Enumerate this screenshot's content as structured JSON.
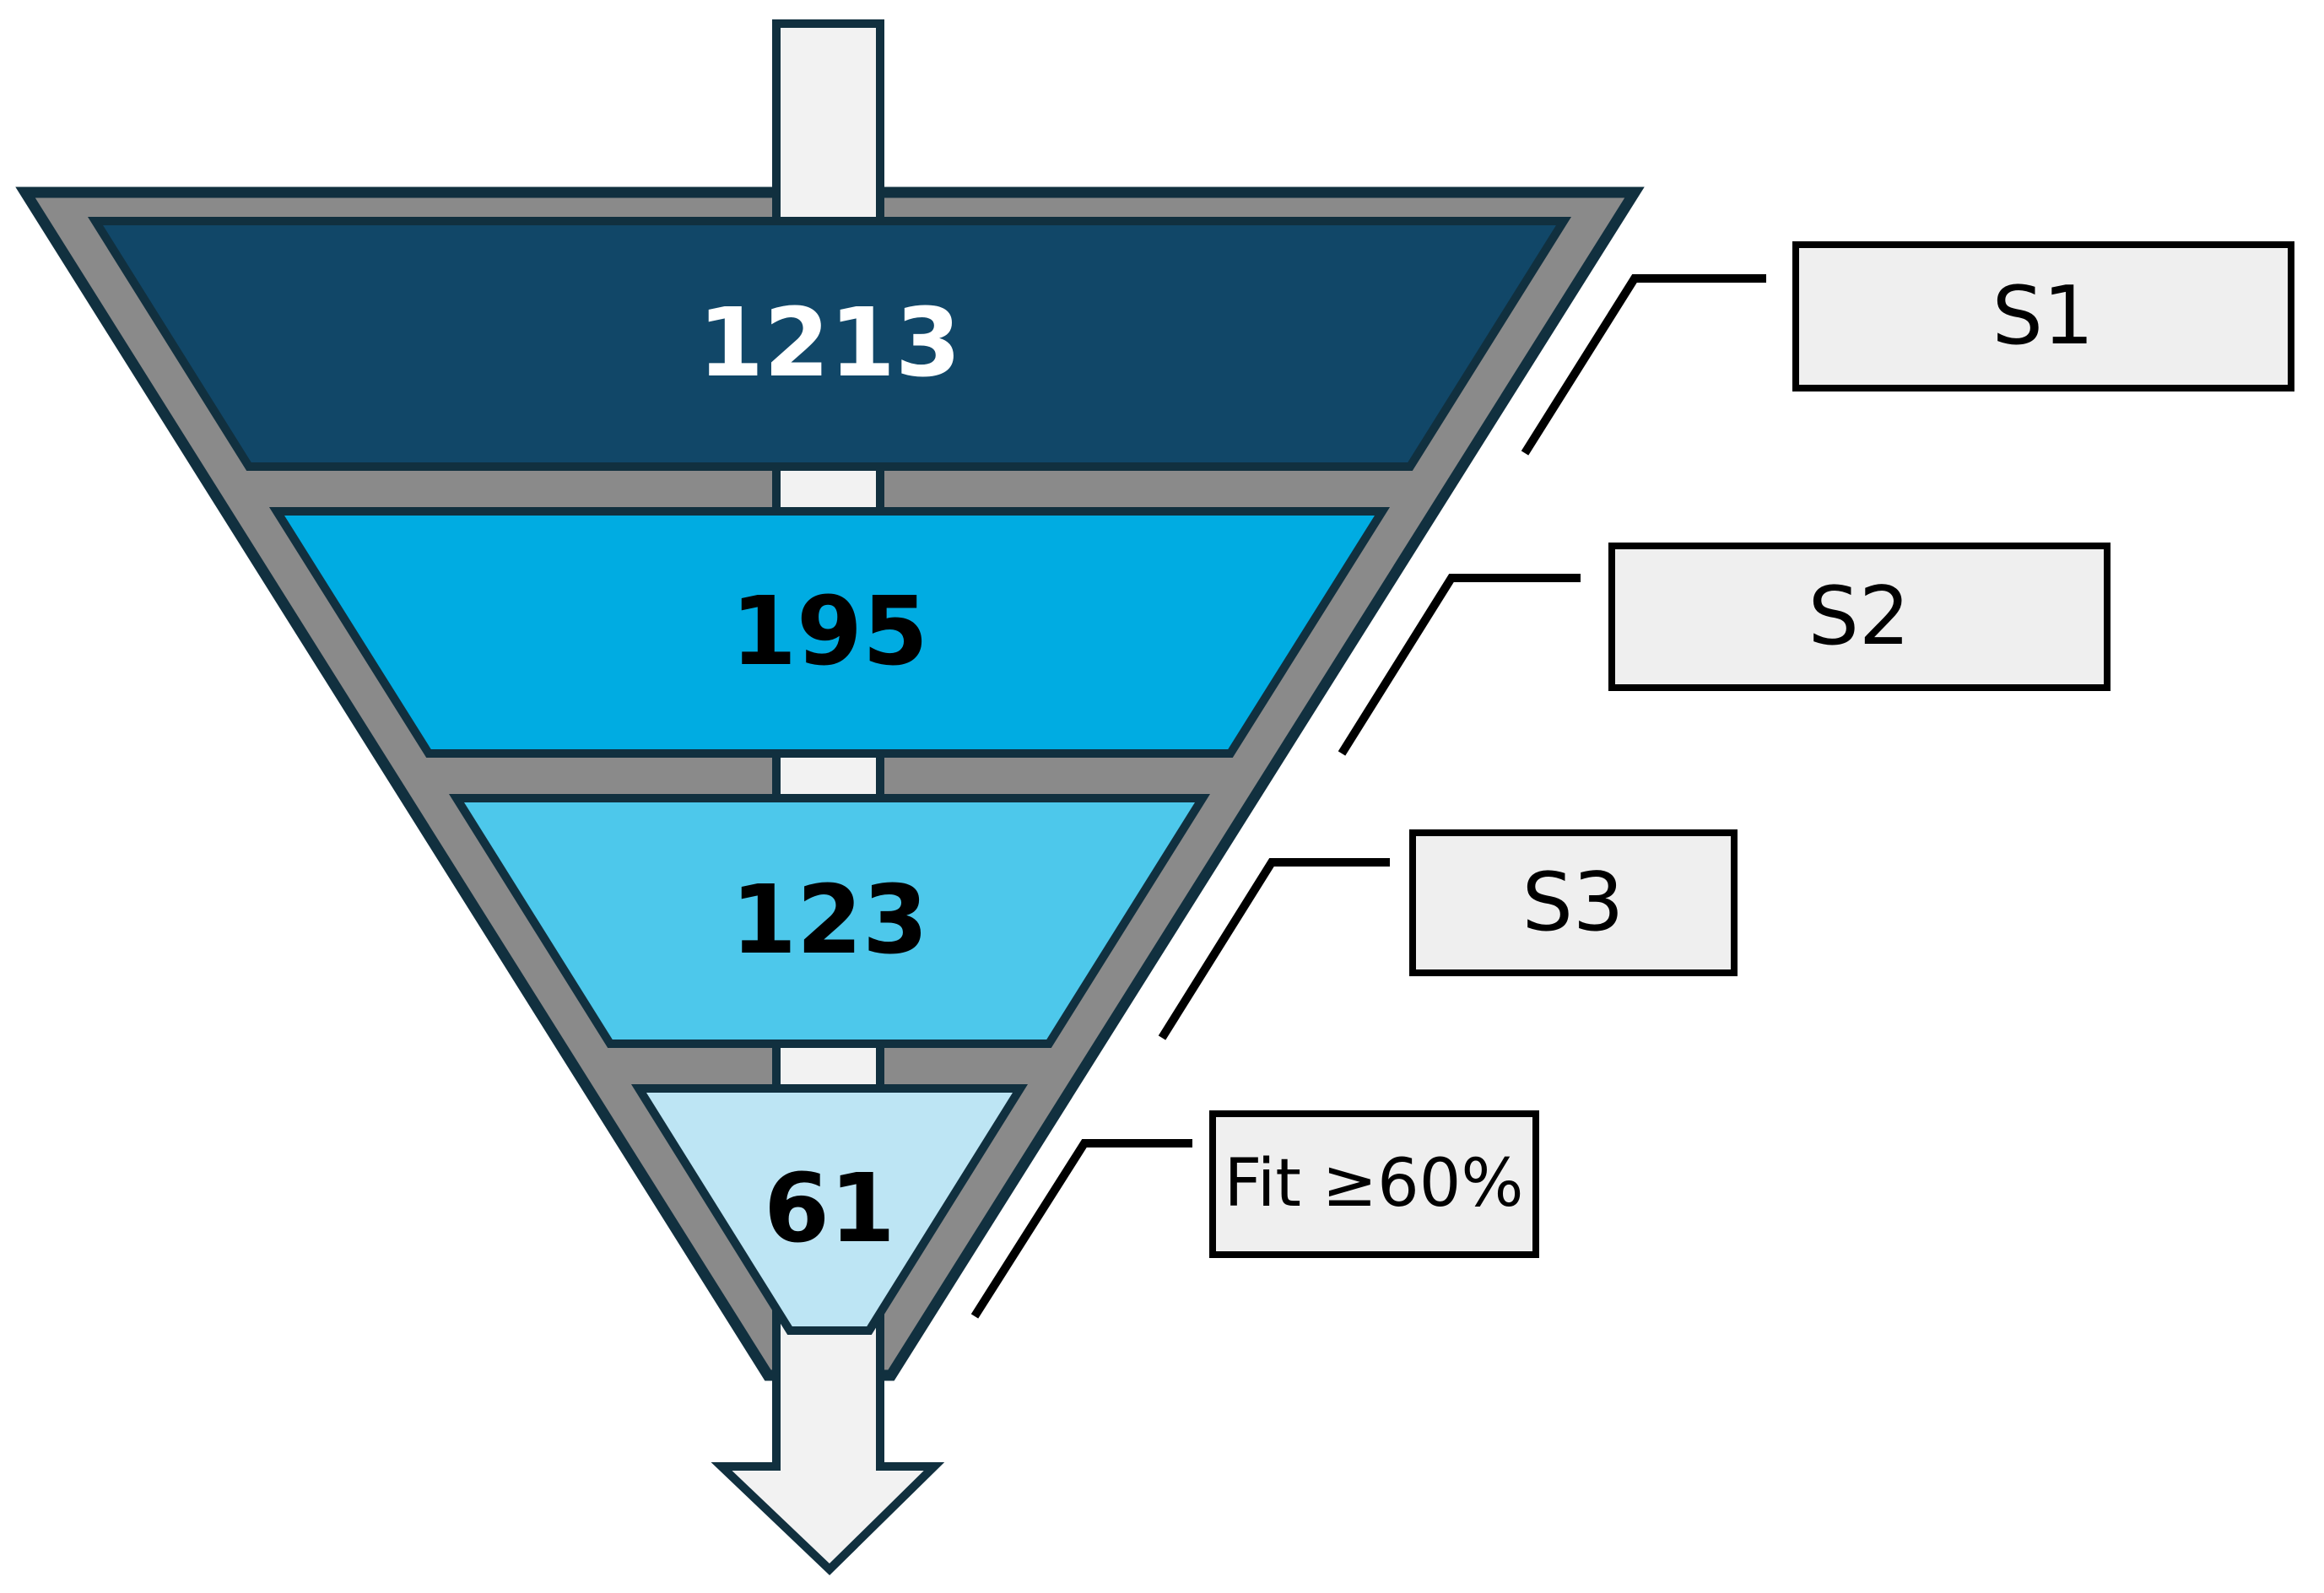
{
  "chart_data": {
    "type": "funnel",
    "title": "",
    "orientation": "top-down inverted pyramid with downward flow arrow",
    "categories": [
      "S1",
      "S2",
      "S3",
      "Fit ≥60%"
    ],
    "values": [
      1213,
      195,
      123,
      61
    ],
    "stages": [
      {
        "label": "S1",
        "value": 1213
      },
      {
        "label": "S2",
        "value": 195
      },
      {
        "label": "S3",
        "value": 123
      },
      {
        "label": "Fit ≥60%",
        "value": 61
      }
    ],
    "legend_position": "right stair-stepped callout boxes connected by elbow leader lines",
    "grid": false
  },
  "funnel": {
    "stages": [
      {
        "value": "1213",
        "label": "S1",
        "fill": "#114768",
        "text_color": "#FFFFFF"
      },
      {
        "value": "195",
        "label": "S2",
        "fill": "#00ACE2",
        "text_color": "#000000"
      },
      {
        "value": "123",
        "label": "S3",
        "fill": "#4DC8EB",
        "text_color": "#000000"
      },
      {
        "value": "61",
        "label": "Fit ≥60%",
        "fill": "#BDE5F4",
        "text_color": "#000000"
      }
    ],
    "colors": {
      "outline": "#11303F",
      "band": "#8A8A8A",
      "arrow_fill": "#F2F2F2",
      "box_fill": "#EFEFEF",
      "box_border": "#000000",
      "line": "#000000",
      "background": "#FFFFFF"
    }
  }
}
